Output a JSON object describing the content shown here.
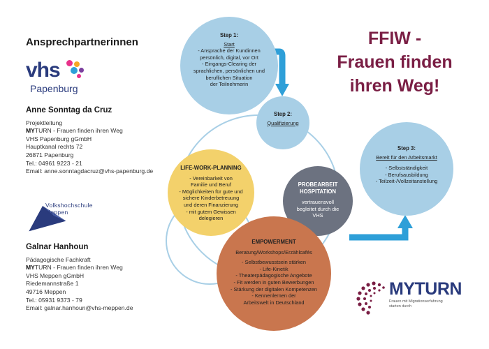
{
  "heading": "Ansprechpartnerinnen",
  "vhs_logo": {
    "word": "vhs",
    "sub": "Papenburg",
    "dot_colors": [
      "#e8318a",
      "#f5a623",
      "#2e9fd8",
      "#7b3f9e",
      "#2a3b7d"
    ]
  },
  "contact1": {
    "name": "Anne Sonntag da Cruz",
    "role": "Projektleitung",
    "project_my": "MY",
    "project_rest": "TURN - Frauen finden ihren Weg",
    "org": "VHS Papenburg gGmbH",
    "street": "Hauptkanal rechts 72",
    "city": "26871 Papenburg",
    "tel": "Tel.: 04961 9223 - 21",
    "email": "Email: anne.sonntagdacruz@vhs-papenburg.de"
  },
  "vhs_meppen_logo": {
    "line1": "Volkshochschule",
    "line2": "Meppen"
  },
  "contact2": {
    "name": "Galnar Hanhoun",
    "role": "Pädagogische Fachkraft",
    "project_my": "MY",
    "project_rest": "TURN - Frauen finden ihren Weg",
    "org": "VHS Meppen gGmbH",
    "street": "Riedemannstraße 1",
    "city": "49716 Meppen",
    "tel": "Tel.: 05931 9373 - 79",
    "email": "Email: galnar.hanhoun@vhs-meppen.de"
  },
  "title": {
    "line1": "FFIW -",
    "line2": "Frauen finden",
    "line3": "ihren Weg!"
  },
  "circles": {
    "step1": {
      "head": "Step 1:",
      "sub": "Start",
      "lines": [
        "- Ansprache der Kundinnen",
        "persönlich, digital, vor Ort",
        "- Eingangs-Clearing der",
        "sprachlichen, persönlichen und",
        "beruflichen Situation",
        "der Teilnehmerin"
      ]
    },
    "step2": {
      "head": "Step 2:",
      "sub": "Qualifizierung"
    },
    "step3": {
      "head": "Step 3:",
      "sub": "Bereit für den Arbeitsmarkt",
      "lines": [
        "- Selbstständigkeit",
        "- Berufsausbildung",
        "- Teilzeit-/Vollzeitanstellung"
      ]
    },
    "lifework": {
      "head": "LIFE-WORK-PLANNING",
      "lines": [
        "- Vereinbarkeit von",
        "Familie und Beruf",
        "- Möglichkeiten für gute und",
        "sichere Kinderbetreuung",
        "und deren Finanzierung",
        "- mit gutem Gewissen",
        "delegieren"
      ]
    },
    "probe": {
      "head1": "PROBEARBEIT",
      "head2": "HOSPITATION",
      "lines": [
        "vertrauensvoll",
        "begleitet durch die",
        "VHS"
      ]
    },
    "empower": {
      "head": "EMPOWERMENT",
      "sub": "Beratung/Workshops/Erzählcafés",
      "lines": [
        "- Selbstbewusstsein stärken",
        "- Life-Kinetik",
        "- Theaterpädagogische Angebote",
        "- Fit werden in guten Bewerbungen",
        "- Stärkung der digitalen Kompetenzen",
        "- Kennenlernen der",
        "Arbeitswelt in Deutschland"
      ]
    }
  },
  "colors": {
    "light_blue": "#a8cfe6",
    "yellow": "#f3d16b",
    "slate": "#6c7280",
    "copper": "#c9764e",
    "arrow_blue": "#2e9fd8",
    "title": "#7a1e44",
    "navy": "#2a3b7d"
  },
  "myturn_logo": {
    "my": "MY",
    "turn": "TURN",
    "tag1": "Frauen mit Migrationserfahrung",
    "tag2": "starten durch"
  }
}
